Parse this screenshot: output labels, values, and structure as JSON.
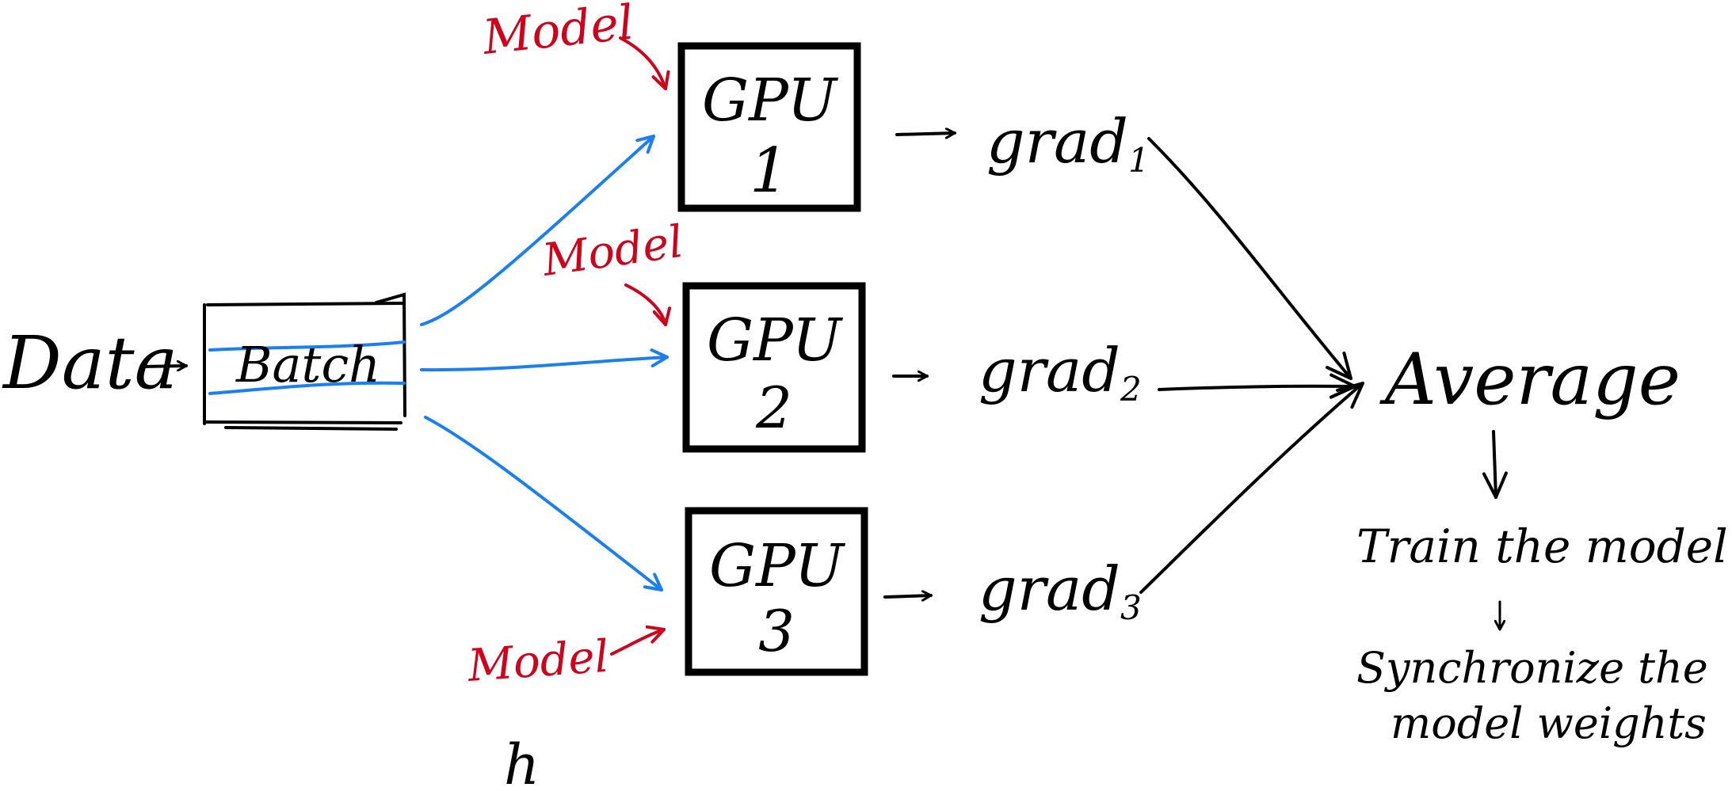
{
  "diagram": {
    "source": "Data",
    "batch": "Batch",
    "gpus": [
      {
        "line1": "GPU",
        "line2": "1"
      },
      {
        "line1": "GPU",
        "line2": "2"
      },
      {
        "line1": "GPU",
        "line2": "3"
      }
    ],
    "grads": [
      {
        "base": "grad",
        "sub": "1"
      },
      {
        "base": "grad",
        "sub": "2"
      },
      {
        "base": "grad",
        "sub": "3"
      }
    ],
    "model_labels": [
      "Model",
      "Model",
      "Model"
    ],
    "average": "Average",
    "train": "Train the model",
    "sync_line1": "Synchronize the",
    "sync_line2": "model weights",
    "stray_mark": "h",
    "colors": {
      "ink": "#000000",
      "split_arrows": "#1a7ff0",
      "model_labels": "#d0021b"
    }
  }
}
